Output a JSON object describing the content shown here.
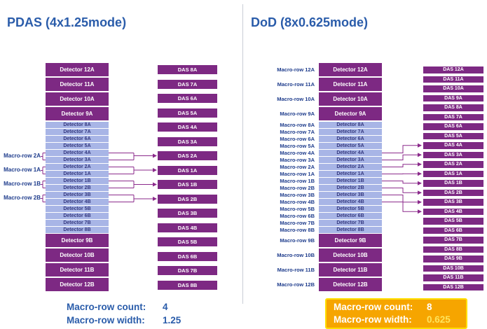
{
  "colors": {
    "title_blue": "#2a5caa",
    "navy_label": "#1e3c8c",
    "box_purple": "#7d2983",
    "box_light": "#a8b5e6",
    "light_text": "#33377e",
    "arrow_purple": "#8b2a8b",
    "orange_bg": "#f6a500",
    "orange_border": "#ffdf00",
    "value_yellow": "#ffe45c"
  },
  "left_panel": {
    "title": "PDAS (4x1.25mode)",
    "macro_rows": [
      {
        "label": "Macro-row 2A",
        "detector_indices": [
          8,
          9
        ],
        "das_index": 6
      },
      {
        "label": "Macro-row 1A",
        "detector_indices": [
          10,
          11
        ],
        "das_index": 7
      },
      {
        "label": "Macro-row 1B",
        "detector_indices": [
          12,
          13
        ],
        "das_index": 8
      },
      {
        "label": "Macro-row 2B",
        "detector_indices": [
          14,
          15
        ],
        "das_index": 9
      }
    ],
    "detectors": [
      {
        "label": "Detector 12A",
        "size": "wide"
      },
      {
        "label": "Detector 11A",
        "size": "wide"
      },
      {
        "label": "Detector 10A",
        "size": "wide"
      },
      {
        "label": "Detector 9A",
        "size": "wide"
      },
      {
        "label": "Detector 8A",
        "size": "narrow"
      },
      {
        "label": "Detector 7A",
        "size": "narrow"
      },
      {
        "label": "Detector 6A",
        "size": "narrow"
      },
      {
        "label": "Detector 5A",
        "size": "narrow"
      },
      {
        "label": "Detector 4A",
        "size": "narrow"
      },
      {
        "label": "Detector 3A",
        "size": "narrow"
      },
      {
        "label": "Detector 2A",
        "size": "narrow"
      },
      {
        "label": "Detector 1A",
        "size": "narrow"
      },
      {
        "label": "Detector 1B",
        "size": "narrow"
      },
      {
        "label": "Detector 2B",
        "size": "narrow"
      },
      {
        "label": "Detector 3B",
        "size": "narrow"
      },
      {
        "label": "Detector 4B",
        "size": "narrow"
      },
      {
        "label": "Detector 5B",
        "size": "narrow"
      },
      {
        "label": "Detector 6B",
        "size": "narrow"
      },
      {
        "label": "Detector 7B",
        "size": "narrow"
      },
      {
        "label": "Detector 8B",
        "size": "narrow"
      },
      {
        "label": "Detector 9B",
        "size": "wide"
      },
      {
        "label": "Detector 10B",
        "size": "wide"
      },
      {
        "label": "Detector 11B",
        "size": "wide"
      },
      {
        "label": "Detector 12B",
        "size": "wide"
      }
    ],
    "das": [
      "DAS 8A",
      "DAS 7A",
      "DAS 6A",
      "DAS 5A",
      "DAS 4A",
      "DAS 3A",
      "DAS 2A",
      "DAS 1A",
      "DAS 1B",
      "DAS 2B",
      "DAS 3B",
      "DAS 4B",
      "DAS 5B",
      "DAS 6B",
      "DAS 7B",
      "DAS 8B"
    ],
    "summary": {
      "count_label": "Macro-row count:",
      "count_value": "4",
      "width_label": "Macro-row width:",
      "width_value": "1.25"
    }
  },
  "right_panel": {
    "title": "DoD (8x0.625mode)",
    "macro_row_labels": [
      "Macro-row 12A",
      "Macro-row 11A",
      "Macro-row 10A",
      "Macro-row 9A",
      "Macro-row 8A",
      "Macro-row 7A",
      "Macro-row 6A",
      "Macro-row 5A",
      "Macro-row 4A",
      "Macro-row 3A",
      "Macro-row 2A",
      "Macro-row 1A",
      "Macro-row 1B",
      "Macro-row 2B",
      "Macro-row 3B",
      "Macro-row 4B",
      "Macro-row 5B",
      "Macro-row 6B",
      "Macro-row 7B",
      "Macro-row 8B",
      "Macro-row 9B",
      "Macro-row 10B",
      "Macro-row 11B",
      "Macro-row 12B"
    ],
    "detectors": [
      {
        "label": "Detector 12A",
        "size": "wide"
      },
      {
        "label": "Detector 11A",
        "size": "wide"
      },
      {
        "label": "Detector 10A",
        "size": "wide"
      },
      {
        "label": "Detector 9A",
        "size": "wide"
      },
      {
        "label": "Detector 8A",
        "size": "narrow"
      },
      {
        "label": "Detector 7A",
        "size": "narrow"
      },
      {
        "label": "Detector 6A",
        "size": "narrow"
      },
      {
        "label": "Detector 5A",
        "size": "narrow"
      },
      {
        "label": "Detector 4A",
        "size": "narrow"
      },
      {
        "label": "Detector 3A",
        "size": "narrow"
      },
      {
        "label": "Detector 2A",
        "size": "narrow"
      },
      {
        "label": "Detector 1A",
        "size": "narrow"
      },
      {
        "label": "Detector 1B",
        "size": "narrow"
      },
      {
        "label": "Detector 2B",
        "size": "narrow"
      },
      {
        "label": "Detector 3B",
        "size": "narrow"
      },
      {
        "label": "Detector 4B",
        "size": "narrow"
      },
      {
        "label": "Detector 5B",
        "size": "narrow"
      },
      {
        "label": "Detector 6B",
        "size": "narrow"
      },
      {
        "label": "Detector 7B",
        "size": "narrow"
      },
      {
        "label": "Detector 8B",
        "size": "narrow"
      },
      {
        "label": "Detector 9B",
        "size": "wide"
      },
      {
        "label": "Detector 10B",
        "size": "wide"
      },
      {
        "label": "Detector 11B",
        "size": "wide"
      },
      {
        "label": "Detector 12B",
        "size": "wide"
      }
    ],
    "das": [
      "DAS 12A",
      "DAS 11A",
      "DAS 10A",
      "DAS 9A",
      "DAS 8A",
      "DAS 7A",
      "DAS 6A",
      "DAS 5A",
      "DAS 4A",
      "DAS 3A",
      "DAS 2A",
      "DAS 1A",
      "DAS 1B",
      "DAS 2B",
      "DAS 3B",
      "DAS 4B",
      "DAS 5B",
      "DAS 6B",
      "DAS 7B",
      "DAS 8B",
      "DAS 9B",
      "DAS 10B",
      "DAS 11B",
      "DAS 12B"
    ],
    "connections": [
      {
        "detector_index": 8,
        "das_index": 8
      },
      {
        "detector_index": 9,
        "das_index": 9
      },
      {
        "detector_index": 10,
        "das_index": 10
      },
      {
        "detector_index": 11,
        "das_index": 11
      },
      {
        "detector_index": 12,
        "das_index": 12
      },
      {
        "detector_index": 13,
        "das_index": 13
      },
      {
        "detector_index": 14,
        "das_index": 14
      },
      {
        "detector_index": 15,
        "das_index": 15
      }
    ],
    "summary": {
      "count_label": "Macro-row count:",
      "count_value": "8",
      "width_label": "Macro-row width:",
      "width_value": "0.625"
    }
  }
}
